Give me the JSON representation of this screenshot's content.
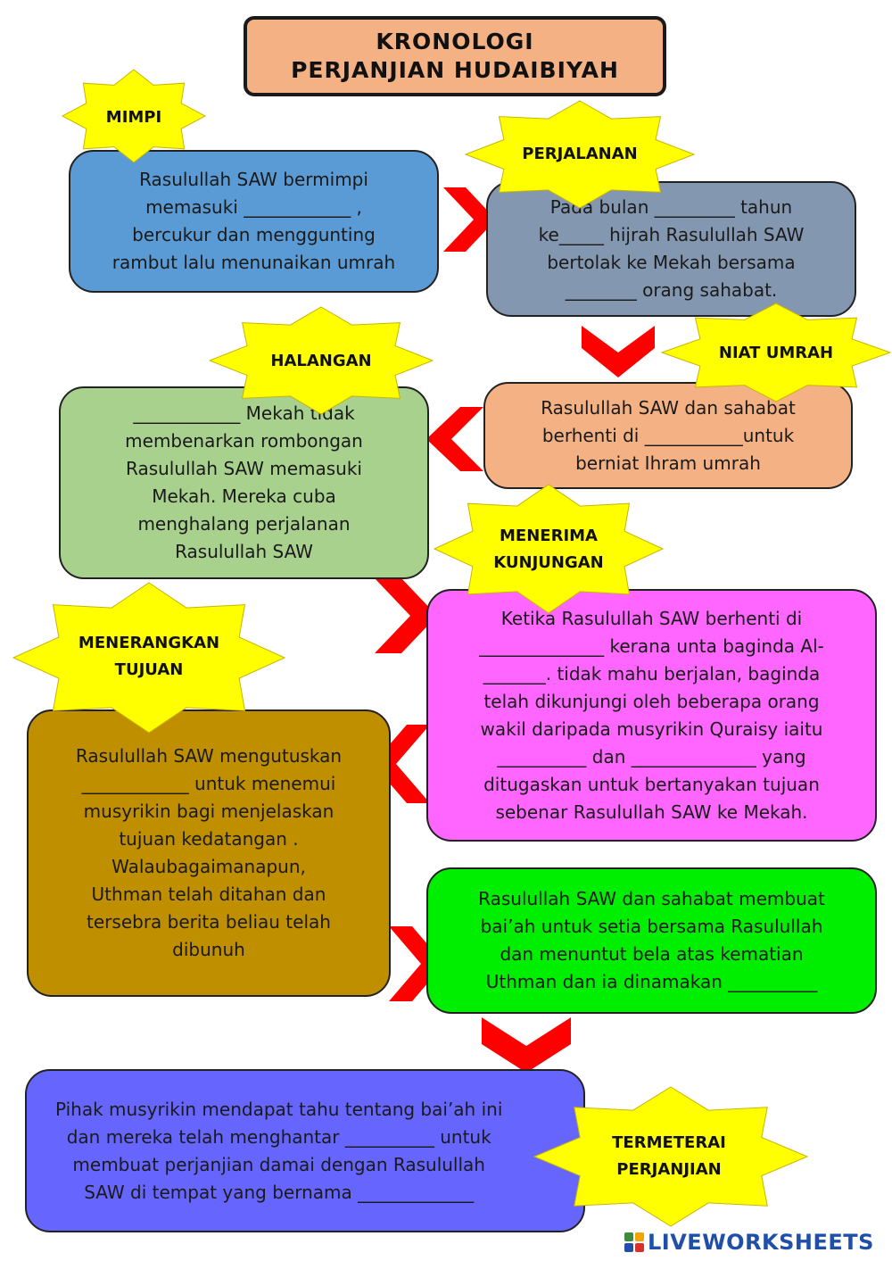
{
  "title": {
    "line1": "KRONOLOGI",
    "line2": "PERJANJIAN HUDAIBIYAH"
  },
  "stars": {
    "mimpi": "MIMPI",
    "perjalanan": "PERJALANAN",
    "halangan": "HALANGAN",
    "niat_umrah": "NIAT UMRAH",
    "menerima_kunjungan": "MENERIMA\nKUNJUNGAN",
    "menerangkan_tujuan": "MENERANGKAN\nTUJUAN",
    "termeterai_perjanjian": "TERMETERAI\nPERJANJIAN"
  },
  "boxes": {
    "mimpi": "Rasulullah SAW bermimpi\nmemasuki ____________ ,\nbercukur dan menggunting\nrambut lalu menunaikan umrah",
    "perjalanan": "Pada  bulan _________ tahun\nke_____ hijrah Rasulullah SAW\nbertolak ke Mekah bersama\n________ orang sahabat.",
    "niat_umrah": "Rasulullah SAW dan sahabat\nberhenti di ___________untuk\nberniat Ihram umrah",
    "halangan": "____________ Mekah tidak\nmembenarkan rombongan\nRasulullah SAW memasuki\nMekah. Mereka cuba\nmenghalang perjalanan\nRasulullah SAW",
    "menerima_kunjungan": "Ketika Rasulullah SAW berhenti di\n______________ kerana unta baginda Al-\n_______. tidak mahu berjalan, baginda\ntelah dikunjungi oleh beberapa orang\nwakil  daripada musyrikin Quraisy iaitu\n__________ dan ______________ yang\nditugaskan untuk bertanyakan  tujuan\nsebenar Rasulullah SAW ke Mekah.",
    "menerangkan_tujuan": "Rasulullah SAW mengutuskan\n____________ untuk menemui\nmusyrikin bagi menjelaskan\ntujuan kedatangan .\nWalaubagaimanapun,\nUthman telah ditahan dan\ntersebra berita beliau telah\ndibunuh",
    "baiah": "Rasulullah SAW dan sahabat membuat\nbai’ah untuk setia bersama Rasulullah\ndan menuntut bela atas kematian\nUthman dan ia dinamakan __________",
    "termeterai": "Pihak musyrikin mendapat tahu tentang bai’ah ini\ndan mereka telah menghantar __________ untuk\nmembuat perjanjian damai dengan Rasulullah\nSAW di tempat yang bernama _____________"
  },
  "colors": {
    "title_bg": "#f4b183",
    "mimpi": "#5b9bd5",
    "perjalanan": "#8497b0",
    "niat_umrah": "#f4b183",
    "halangan": "#a9d18e",
    "menerima_kunjungan": "#ff66ff",
    "menerangkan_tujuan": "#bf8f00",
    "baiah": "#00ee00",
    "termeterai": "#6666ff",
    "star": "#ffff00",
    "arrow": "#ff0000"
  },
  "footer": {
    "logo": "LIVEWORKSHEETS"
  }
}
